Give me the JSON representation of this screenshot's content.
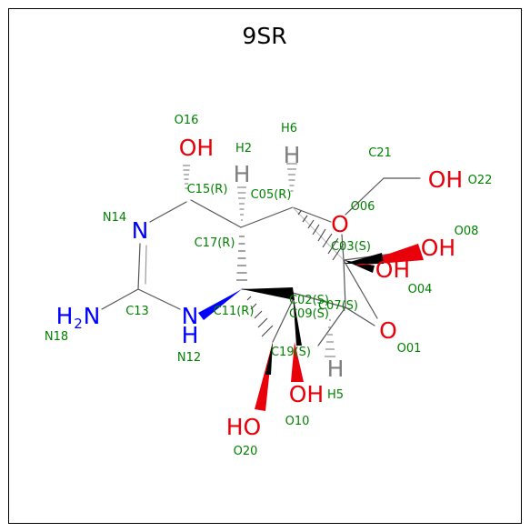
{
  "title": "9SR",
  "colors": {
    "oxygen": "#e8000b",
    "nitrogen": "#0000ff",
    "hydrogen": "#7f7f7f",
    "label": "#008000",
    "bond": "#000000"
  },
  "heavy_atoms": {
    "o16": "OH",
    "o22": "OH",
    "o08": "OH",
    "o04": "OH",
    "o06": "O",
    "o01": "O",
    "o10": "OH",
    "o20": "HO",
    "n14": "N",
    "n12_n": "N",
    "n12_h": "H",
    "n18_h": "H",
    "n18_sub": "2",
    "n18_n": "N",
    "h2": "H",
    "h6": "H",
    "h5": "H"
  },
  "labels": {
    "o16": "O16",
    "h6": "H6",
    "h2": "H2",
    "c21": "C21",
    "c15": "C15(R)",
    "c05": "C05(R)",
    "o22": "O22",
    "o06": "O06",
    "n14": "N14",
    "o08": "O08",
    "c17": "C17(R)",
    "c03": "C03(S)",
    "o04": "O04",
    "c02": "C02(S)",
    "c07": "C07(S)",
    "c13": "C13",
    "c11": "C11(R)",
    "c09": "C09(S)",
    "n18": "N18",
    "o01": "O01",
    "n12": "N12",
    "c19": "C19(S)",
    "h5": "H5",
    "o10": "O10",
    "o20": "O20"
  }
}
